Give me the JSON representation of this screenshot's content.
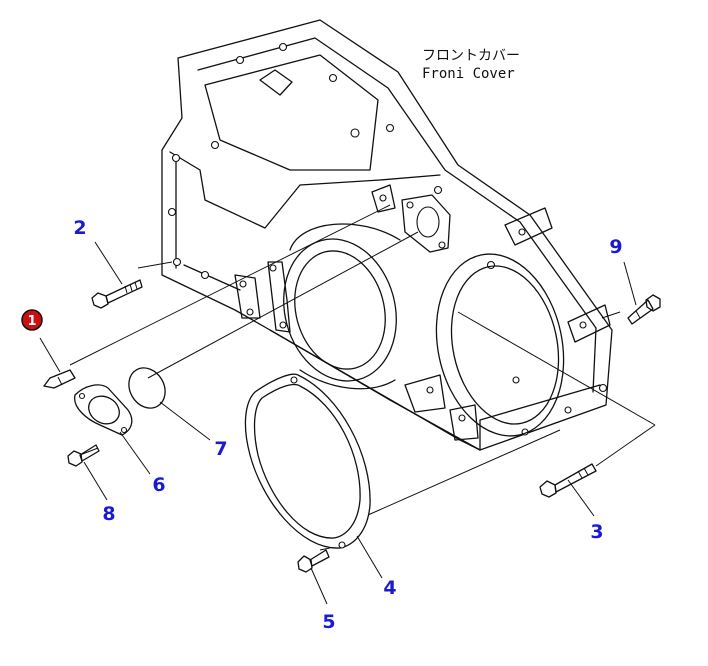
{
  "title": {
    "jp": "フロントカバー",
    "en": "Froni Cover"
  },
  "callouts": [
    {
      "id": "1",
      "text": "1",
      "style": "badge",
      "color": "#cc1010"
    },
    {
      "id": "2",
      "text": "2"
    },
    {
      "id": "3",
      "text": "3"
    },
    {
      "id": "4",
      "text": "4"
    },
    {
      "id": "5",
      "text": "5"
    },
    {
      "id": "6",
      "text": "6"
    },
    {
      "id": "7",
      "text": "7"
    },
    {
      "id": "8",
      "text": "8"
    },
    {
      "id": "9",
      "text": "9"
    }
  ],
  "colors": {
    "label": "#1a1ad0",
    "line": "#111111",
    "badge": "#cc1010"
  }
}
